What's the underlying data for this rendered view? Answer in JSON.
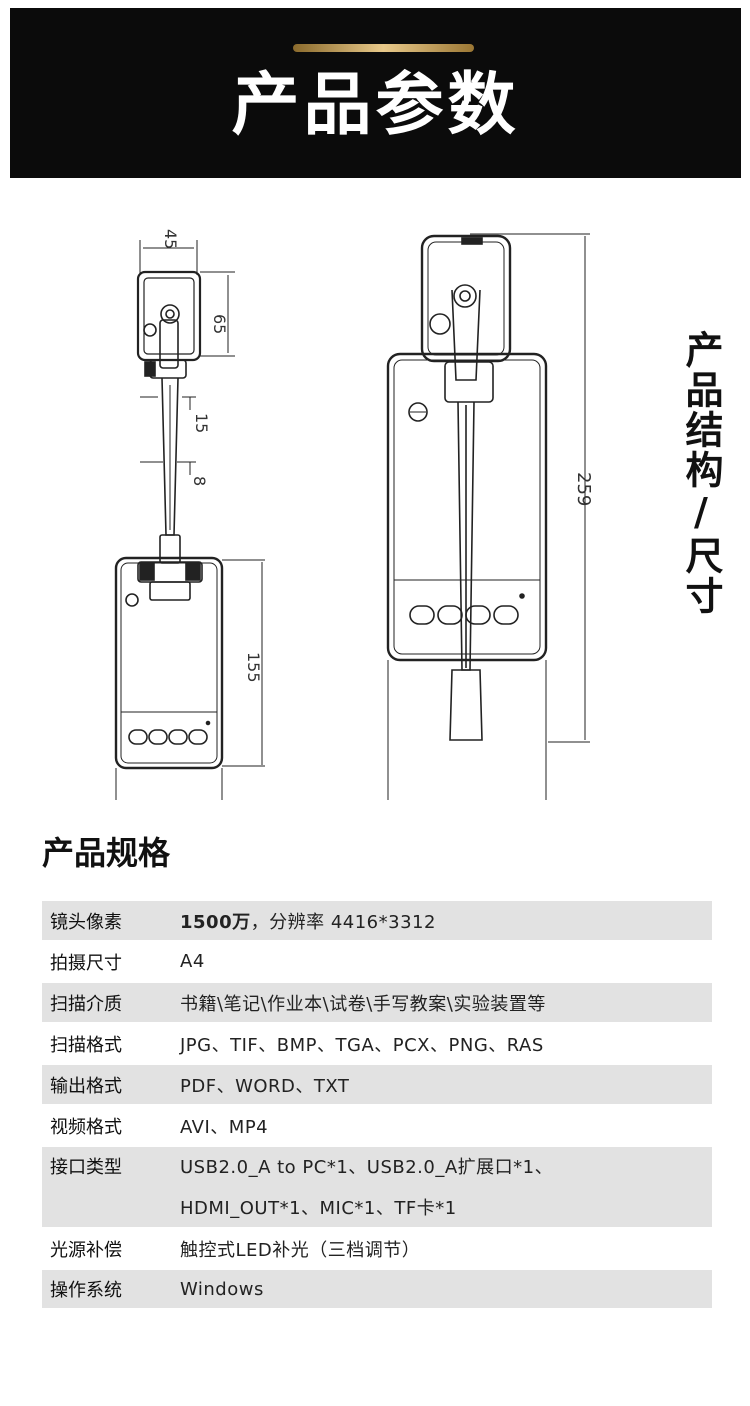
{
  "header": {
    "title": "产品参数"
  },
  "diagram": {
    "section_title": "产品结构/尺寸",
    "dims": {
      "d45": "45",
      "d65": "65",
      "d15": "15",
      "d8": "8",
      "d155": "155",
      "d259": "259"
    }
  },
  "specs": {
    "heading": "产品规格",
    "rows": [
      {
        "label": "镜头像素",
        "value_bold": "1500万",
        "value": "，分辨率 4416*3312"
      },
      {
        "label": "拍摄尺寸",
        "value": "A4"
      },
      {
        "label": "扫描介质",
        "value": "书籍\\笔记\\作业本\\试卷\\手写教案\\实验装置等"
      },
      {
        "label": "扫描格式",
        "value": "JPG、TIF、BMP、TGA、PCX、PNG、RAS"
      },
      {
        "label": "输出格式",
        "value": "PDF、WORD、TXT"
      },
      {
        "label": "视频格式",
        "value": "AVI、MP4"
      },
      {
        "label": "接口类型",
        "value": "USB2.0_A to PC*1、USB2.0_A扩展口*1、",
        "value2": "HDMI_OUT*1、MIC*1、TF卡*1"
      },
      {
        "label": "光源补偿",
        "value": "触控式LED补光（三档调节）"
      },
      {
        "label": "操作系统",
        "value": "Windows"
      }
    ]
  }
}
